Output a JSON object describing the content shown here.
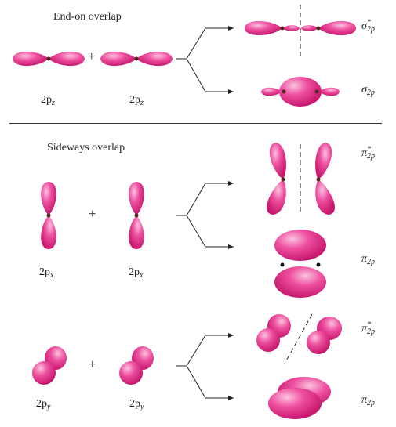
{
  "sections": {
    "end_on_title": "End-on overlap",
    "sideways_title": "Sideways overlap"
  },
  "labels": {
    "pz_left": "2p",
    "pz_left_sub": "z",
    "pz_right": "2p",
    "pz_right_sub": "z",
    "px_left": "2p",
    "px_left_sub": "x",
    "px_right": "2p",
    "px_right_sub": "x",
    "py_left": "2p",
    "py_left_sub": "y",
    "py_right": "2p",
    "py_right_sub": "y",
    "plus": "+"
  },
  "mo_labels": {
    "sigma_star": "σ",
    "sigma_star_sub": "2p",
    "sigma_star_sup": "*",
    "sigma": "σ",
    "sigma_sub": "2p",
    "pi_star_1": "π",
    "pi_star_1_sub": "2p",
    "pi_star_1_sup": "*",
    "pi_1": "π",
    "pi_1_sub": "2p",
    "pi_star_2": "π",
    "pi_star_2_sub": "2p",
    "pi_star_2_sup": "*",
    "pi_2": "π",
    "pi_2_sub": "2p"
  },
  "colors": {
    "lobe": "#e8368f",
    "lobe_light": "#f9a6cf",
    "lobe_dark": "#c11a6e",
    "nucleus": "#4a2b1a",
    "line": "#222222"
  }
}
